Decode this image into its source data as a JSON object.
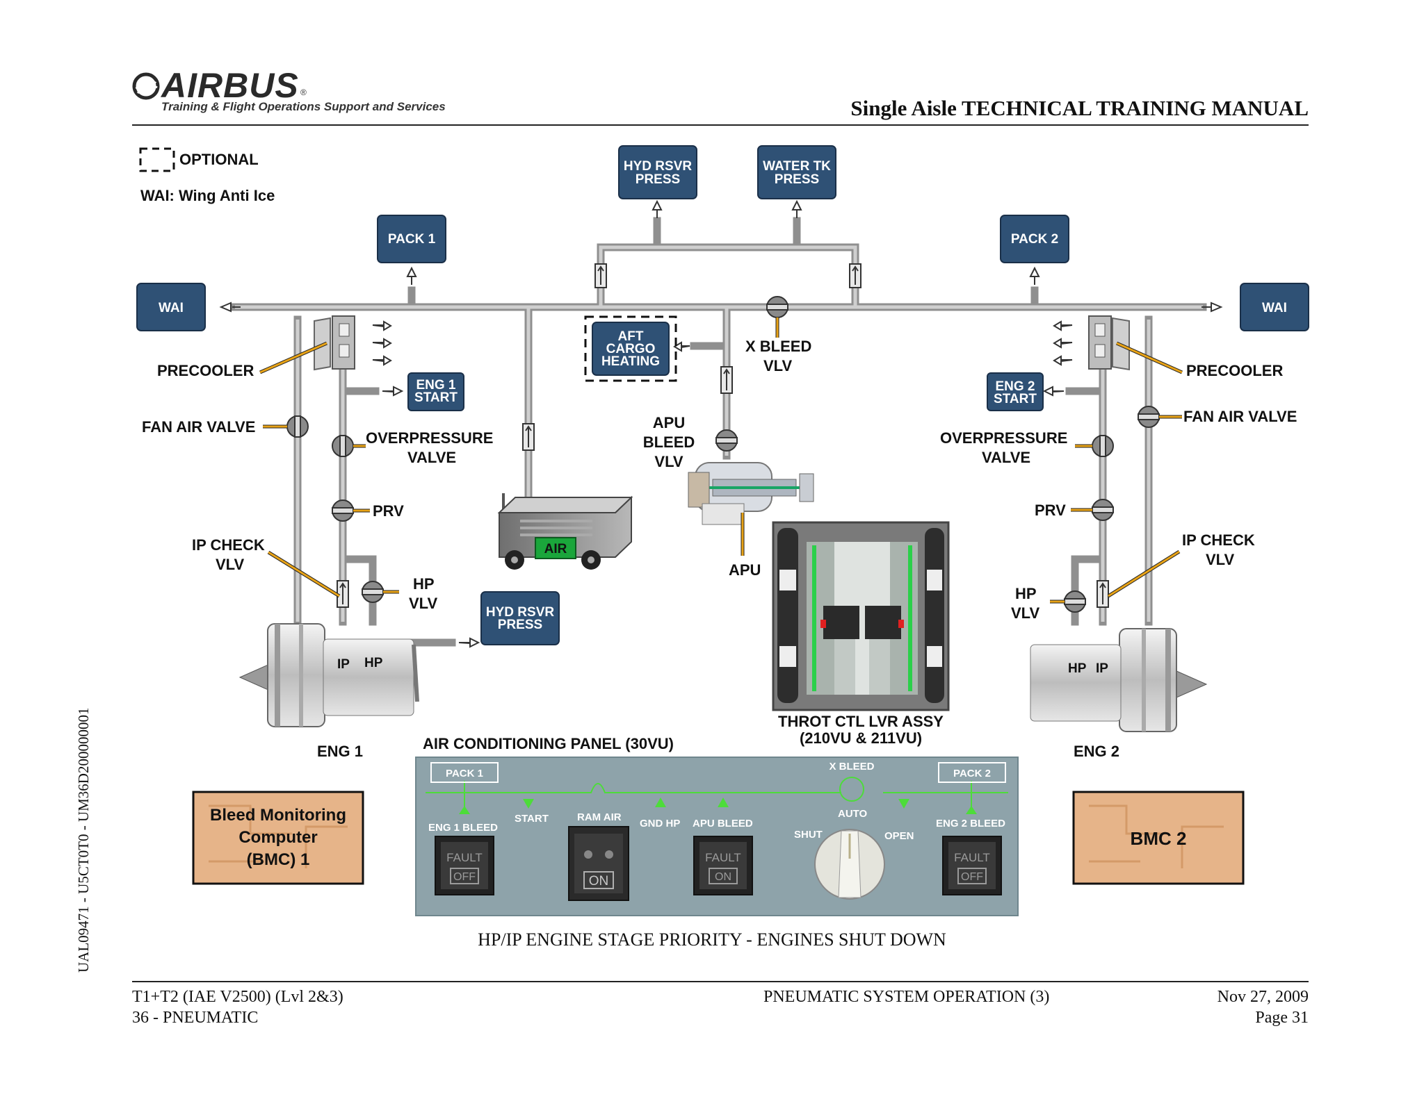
{
  "header": {
    "logo_text": "AIRBUS",
    "logo_reg": "®",
    "logo_subtitle": "Training & Flight Operations Support and Services",
    "manual_title": "Single Aisle TECHNICAL TRAINING MANUAL"
  },
  "side_code": "UAL09471 - U5CT0T0 - UM36D200000001",
  "legend": {
    "optional": "OPTIONAL",
    "wai": "WAI: Wing Anti Ice"
  },
  "boxes": {
    "hyd_rsvr_press_top": [
      "HYD RSVR",
      "PRESS"
    ],
    "water_tk_press": [
      "WATER TK",
      "PRESS"
    ],
    "pack1": "PACK 1",
    "pack2": "PACK 2",
    "wai_left": "WAI",
    "wai_right": "WAI",
    "aft_cargo": [
      "AFT",
      "CARGO",
      "HEATING"
    ],
    "eng1_start": [
      "ENG 1",
      "START"
    ],
    "eng2_start": [
      "ENG 2",
      "START"
    ],
    "hyd_rsvr_press_bottom": [
      "HYD RSVR",
      "PRESS"
    ]
  },
  "labels": {
    "precooler": "PRECOOLER",
    "fan_air_valve": "FAN AIR VALVE",
    "overpressure": [
      "OVERPRESSURE",
      "VALVE"
    ],
    "prv": "PRV",
    "ip_check": [
      "IP CHECK",
      "VLV"
    ],
    "hp_vlv": [
      "HP",
      "VLV"
    ],
    "ip": "IP",
    "hp": "HP",
    "x_bleed": [
      "X BLEED",
      "VLV"
    ],
    "apu_bleed": [
      "APU",
      "BLEED",
      "VLV"
    ],
    "apu": "APU",
    "air": "AIR",
    "throttle": [
      "THROT CTL LVR ASSY",
      "(210VU & 211VU)"
    ],
    "eng1": "ENG 1",
    "eng2": "ENG 2",
    "ac_panel_title": "AIR CONDITIONING PANEL (30VU)",
    "bmc1": [
      "Bleed Monitoring",
      "Computer",
      "(BMC) 1"
    ],
    "bmc2": "BMC 2"
  },
  "panel": {
    "pack1": "PACK 1",
    "pack2": "PACK 2",
    "x_bleed": "X BLEED",
    "start": "START",
    "ram_air": "RAM AIR",
    "gnd_hp": "GND HP",
    "apu_bleed": "APU BLEED",
    "eng1_bleed": "ENG 1 BLEED",
    "eng2_bleed": "ENG 2 BLEED",
    "auto": "AUTO",
    "shut": "SHUT",
    "open": "OPEN",
    "fault": "FAULT",
    "off": "OFF",
    "on": "ON"
  },
  "colors": {
    "box_fill": "#2f5175",
    "panel_bg": "#8ea3aa",
    "panel_line": "#4ddc3a",
    "leader": "#e8a317",
    "bmc_fill": "#e6b489"
  },
  "caption": "HP/IP ENGINE STAGE PRIORITY - ENGINES SHUT DOWN",
  "footer": {
    "left1": "T1+T2 (IAE V2500) (Lvl 2&3)",
    "left2": "36 - PNEUMATIC",
    "center": "PNEUMATIC SYSTEM OPERATION (3)",
    "right1": "Nov 27, 2009",
    "right2": "Page 31"
  }
}
